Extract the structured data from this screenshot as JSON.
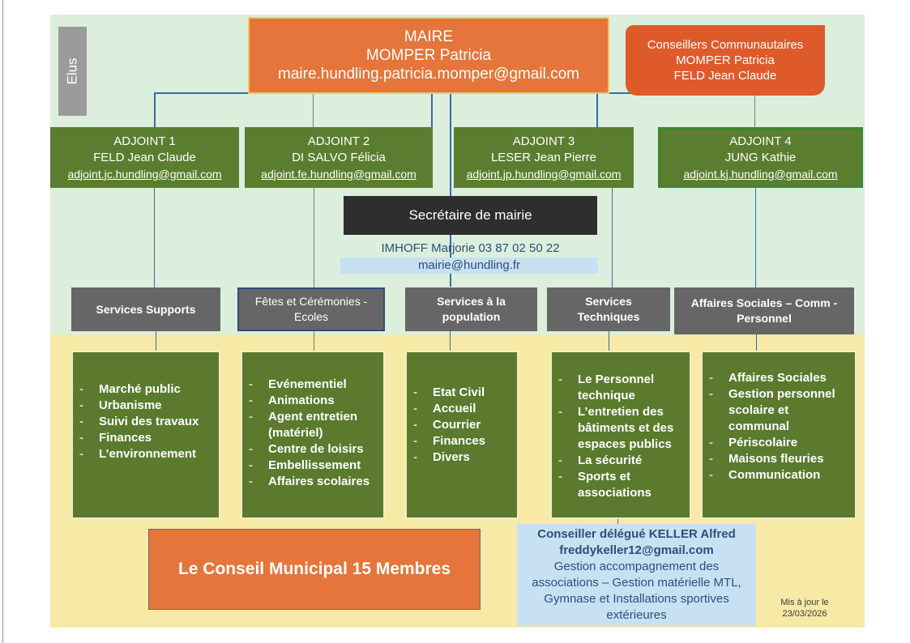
{
  "side_label": "Elus",
  "mayor": {
    "title": "MAIRE",
    "name": "MOMPER Patricia",
    "email": "maire.hundling.patricia.momper@gmail.com"
  },
  "community_councillors": {
    "title": "Conseillers Communautaires",
    "members": [
      "MOMPER Patricia",
      "FELD Jean Claude"
    ]
  },
  "deputies": [
    {
      "title": "ADJOINT 1",
      "name": "FELD Jean Claude",
      "email": "adjoint.jc.hundling@gmail.com"
    },
    {
      "title": "ADJOINT 2",
      "name": "DI SALVO  Félicia",
      "email": "adjoint.fe.hundling@gmail.com"
    },
    {
      "title": "ADJOINT 3",
      "name": "LESER Jean Pierre",
      "email": "adjoint.jp.hundling@gmail.com"
    },
    {
      "title": "ADJOINT 4",
      "name": "JUNG Kathie",
      "email": "adjoint.kj.hundling@gmail.com"
    }
  ],
  "secretary": {
    "title": "Secrétaire de mairie",
    "contact": "IMHOFF Marjorie  03 87 02 50 22",
    "email": "mairie@hundling.fr"
  },
  "services": [
    {
      "label": "Services Supports",
      "tasks": [
        "Marché public",
        "Urbanisme",
        "Suivi des travaux",
        "Finances",
        "L’environnement"
      ]
    },
    {
      "label": "Fêtes et Cérémonies - Ecoles",
      "tasks": [
        "Evénementiel",
        "Animations",
        "Agent entretien (matériel)",
        "Centre de loisirs",
        "Embellissement",
        "Affaires scolaires"
      ]
    },
    {
      "label": "Services à la population",
      "tasks": [
        "Etat Civil",
        "Accueil",
        "Courrier",
        "Finances",
        "Divers"
      ]
    },
    {
      "label": "Services Techniques",
      "tasks": [
        "Le Personnel technique",
        "L’entretien des bâtiments et des espaces publics",
        "La sécurité",
        "Sports et associations"
      ]
    },
    {
      "label": "Affaires  Sociales – Comm - Personnel",
      "tasks": [
        "Affaires Sociales",
        "Gestion personnel scolaire et communal",
        "Périscolaire",
        "Maisons fleuries",
        "Communication"
      ]
    }
  ],
  "council": {
    "label": "Le Conseil Municipal  15 Membres"
  },
  "delegate": {
    "title": "Conseiller délégué KELLER Alfred",
    "email": "freddykeller12@gmail.com",
    "description": "Gestion accompagnement des associations – Gestion matérielle MTL, Gymnase  et Installations sportives extérieures"
  },
  "updated": {
    "label": "Mis à jour le",
    "date": "23/03/2026"
  },
  "colors": {
    "mayor_orange": "#e5753a",
    "councillors_orange": "#df5a2b",
    "deputy_green": "#5b7d30",
    "service_grey": "#666666",
    "secretary_dark": "#2e2e2e",
    "delegate_blue": "#c7e1f3",
    "top_background": "#dcefdc",
    "bottom_background": "#f6eaa6",
    "connector_blue": "#3a6aa8"
  }
}
